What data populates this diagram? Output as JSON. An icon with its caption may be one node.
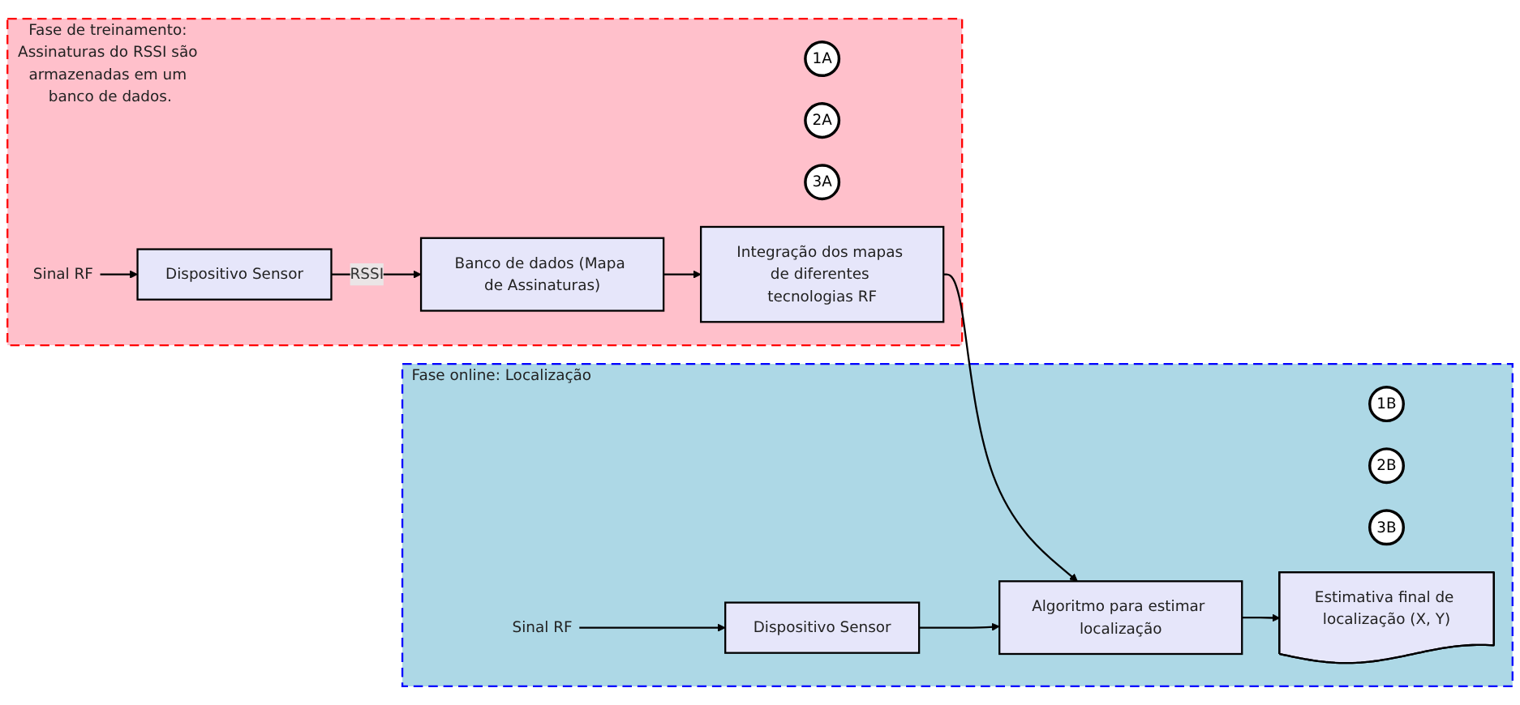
{
  "diagram": {
    "nodes": [
      {
        "text": [
          "Fase de treinamento: Assinaturas do RSSI são armazenadas em um banco de dados."
        ]
      },
      {
        "text": [
          "Sinal RF"
        ],
        "in": 0
      },
      {
        "text": [
          "1A"
        ],
        "in": 0
      },
      {
        "text": [
          "Dispositivo Sensor"
        ],
        "in": 0
      },
      {
        "text": [
          "2A"
        ],
        "in": 0
      },
      {
        "text": [
          "Banco de dados (Mapa de Assinaturas)"
        ],
        "in": 0
      },
      {
        "text": [
          "3A"
        ],
        "in": 0
      },
      {
        "text": [
          "Integração dos mapas de diferentes tecnologias RF"
        ],
        "in": 0
      },
      {
        "text": [
          "Fase online: Localização"
        ]
      },
      {
        "text": [
          "Sinal RF"
        ],
        "in": 8
      },
      {
        "text": [
          "1B"
        ],
        "in": 8
      },
      {
        "text": [
          "Dispositivo Sensor"
        ],
        "in": 8
      },
      {
        "text": [
          "2B"
        ],
        "in": 8
      },
      {
        "text": [
          "Algoritmo para estimar localização"
        ],
        "in": 8
      },
      {
        "text": [
          "3B"
        ],
        "in": 8
      },
      {
        "text": [
          "Estimativa final de localização (X, Y)"
        ],
        "in": 8
      }
    ],
    "edges": [
      {
        "from": 1,
        "to": 3,
        "arrow": "to"
      },
      {
        "from": 3,
        "to": 5,
        "arrow": "to",
        "label": "RSSI"
      },
      {
        "from": 5,
        "to": 7,
        "arrow": "to"
      },
      {
        "from": 7,
        "to": 13,
        "arrow": "to"
      },
      {
        "from": 9,
        "to": 11,
        "arrow": "to"
      },
      {
        "from": 11,
        "to": 13,
        "arrow": "to"
      },
      {
        "from": 13,
        "to": 15,
        "arrow": "to"
      }
    ]
  }
}
